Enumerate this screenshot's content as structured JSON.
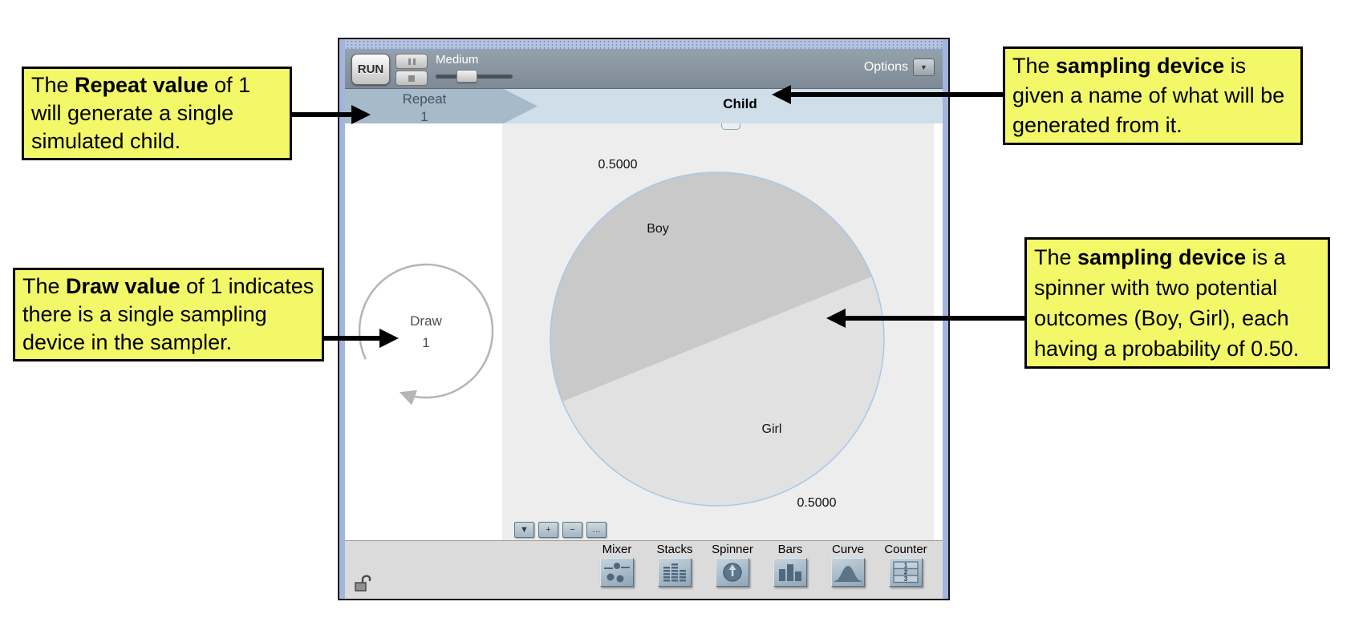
{
  "callouts": [
    {
      "pre": "The ",
      "bold": "Repeat value",
      "post": " of 1 will generate a single simulated child."
    },
    {
      "pre": "The ",
      "bold": "Draw value",
      "post": " of 1 indicates there is a single sampling device in the sampler."
    },
    {
      "pre": "The ",
      "bold": "sampling device",
      "post": " is given a name of what will be generated from it."
    },
    {
      "pre": "The ",
      "bold": "sampling device",
      "post": " is a spinner with two potential outcomes (Boy, Girl), each having a probability of 0.50."
    }
  ],
  "sampler": {
    "toolbar": {
      "run": "RUN",
      "speed": "Medium",
      "options": "Options",
      "dropdown_glyph": "▼"
    },
    "header": {
      "repeat_label": "Repeat",
      "repeat_value": "1",
      "device_name": "Child"
    },
    "draw": {
      "label": "Draw",
      "value": "1"
    },
    "spinner": {
      "outcomes": [
        {
          "label": "Boy",
          "probability": "0.5000"
        },
        {
          "label": "Girl",
          "probability": "0.5000"
        }
      ]
    },
    "panel_buttons": [
      {
        "glyph": "▼"
      },
      {
        "glyph": "+"
      },
      {
        "glyph": "−"
      },
      {
        "glyph": "…"
      }
    ],
    "device_bar": {
      "devices": [
        {
          "label": "Mixer"
        },
        {
          "label": "Stacks"
        },
        {
          "label": "Spinner"
        },
        {
          "label": "Bars"
        },
        {
          "label": "Curve"
        },
        {
          "label": "Counter"
        }
      ],
      "counter_digits": [
        "1",
        "2",
        "3"
      ]
    }
  },
  "colors": {
    "callout_bg": "#f2f868",
    "window_frame": "#a3b5dc",
    "toolbar_gray": "#8a97a1",
    "chevron": "#a6bac9",
    "name_bar": "#cfdee8",
    "spinner_panel": "#ededed",
    "boy_slice": "#c9c9c9",
    "girl_slice": "#e1e1e1",
    "spinner_outline": "#a8c8e8"
  }
}
